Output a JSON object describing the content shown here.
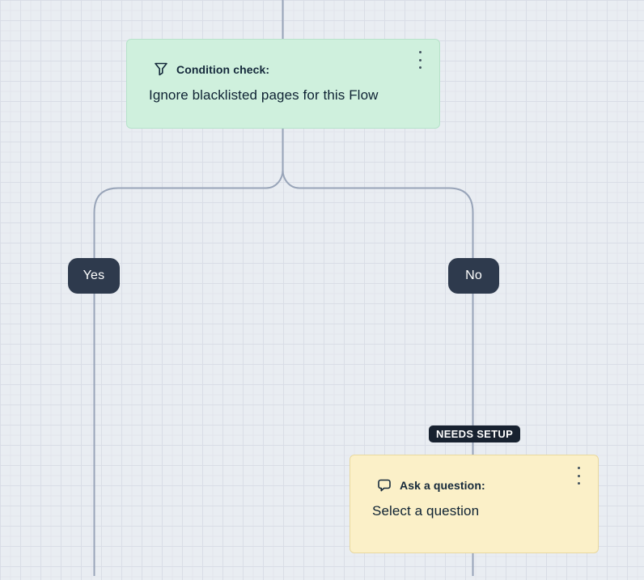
{
  "canvas": {
    "background_color": "#e9edf2",
    "grid_minor_color": "#e2e5ec",
    "grid_major_color": "#d9dde6",
    "connector_color": "#98a4b8"
  },
  "nodes": {
    "condition": {
      "icon": "filter-icon",
      "menu_icon": "kebab-menu-icon",
      "type_label": "Condition check:",
      "title": "Ignore blacklisted pages for this Flow",
      "bg_color": "#cff0dd",
      "border_color": "#b6e2ca"
    },
    "question": {
      "icon": "chat-bubble-icon",
      "menu_icon": "kebab-menu-icon",
      "type_label": "Ask a question:",
      "title": "Select a question",
      "status_badge": "NEEDS SETUP",
      "status_badge_bg": "#182230",
      "bg_color": "#fbf0c8",
      "border_color": "#e9d89e"
    }
  },
  "branches": {
    "yes_label": "Yes",
    "no_label": "No",
    "label_bg": "#2e3a4d",
    "label_text_color": "#ffffff"
  }
}
